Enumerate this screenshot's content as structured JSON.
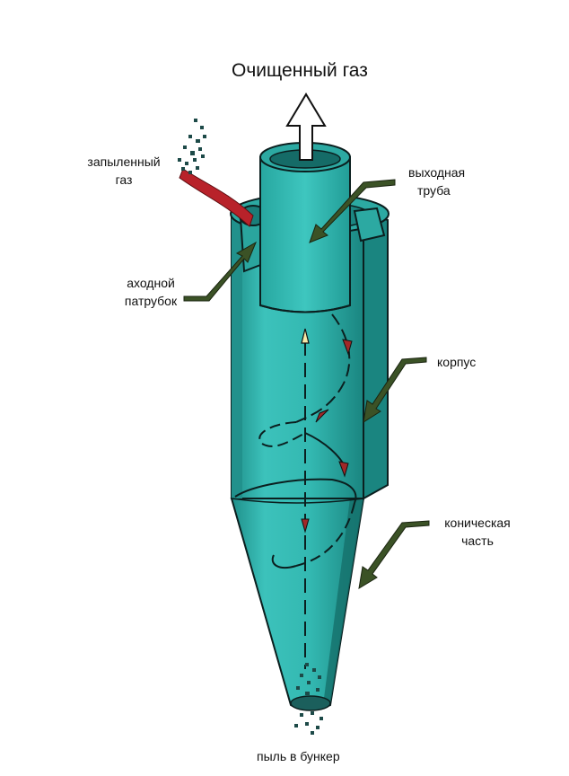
{
  "labels": {
    "clean_gas": "Очищенный газ",
    "dusty_gas_line1": "запыленный",
    "dusty_gas_line2": "газ",
    "outlet_pipe_line1": "выходная",
    "outlet_pipe_line2": "труба",
    "inlet_pipe_line1": "аходной",
    "inlet_pipe_line2": "патрубок",
    "body": "корпус",
    "conical_line1": "коническая",
    "conical_line2": "часть",
    "dust_bunker": "пыль в бункер"
  },
  "colors": {
    "teal": "#2fb3ad",
    "teal_light": "#5fcbc6",
    "teal_dark": "#17807c",
    "outline": "#0b1f1f",
    "pointer_arrow": "#3b5226",
    "inlet_gas": "#b8222a",
    "flow_arrowhead": "#a02828",
    "dust": "#1d4a48"
  }
}
